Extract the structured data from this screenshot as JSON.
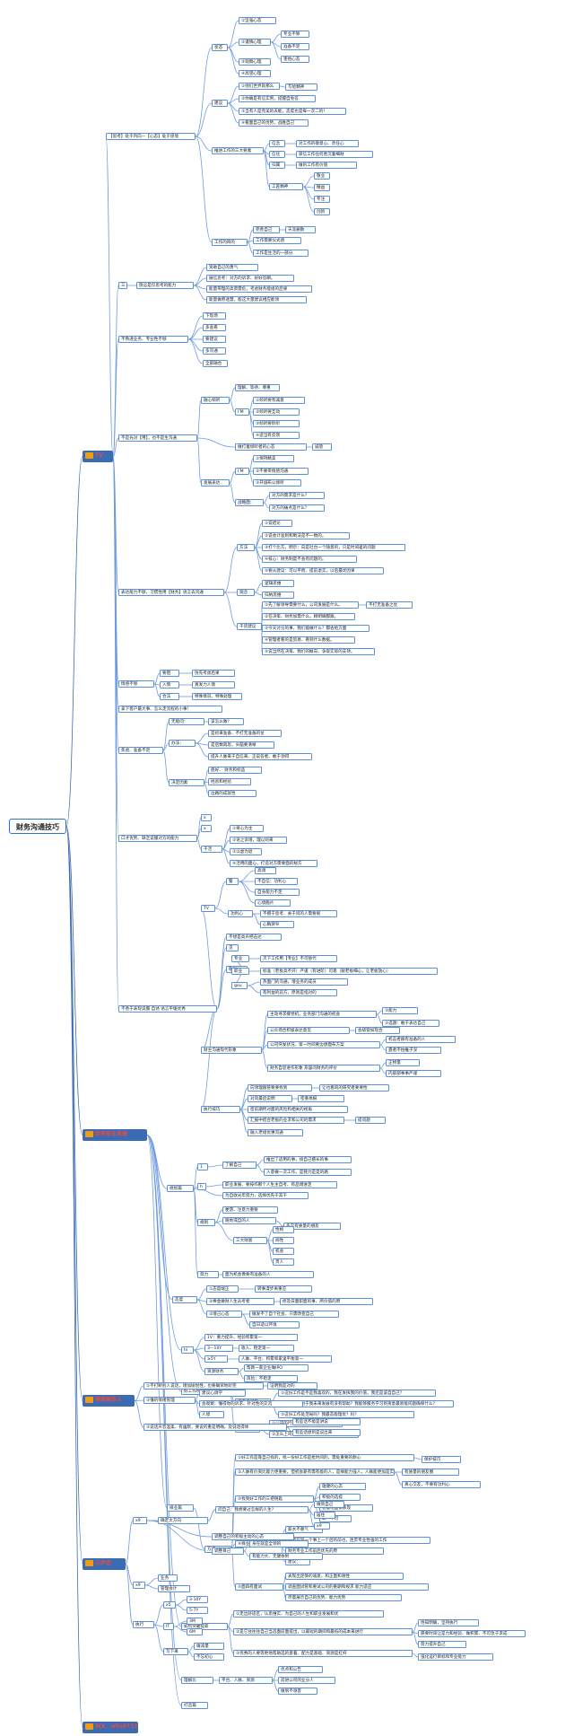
{
  "root": "财务沟通技巧",
  "branches": [
    {
      "id": "b1",
      "label": "TV"
    },
    {
      "id": "b2",
      "label": "财务职业发展"
    },
    {
      "id": "b3",
      "label": "情商高的人"
    },
    {
      "id": "b4",
      "label": "三步走"
    },
    {
      "id": "b5",
      "label": "WX：whs8733"
    }
  ],
  "nodes": {
    "n1": "【思考】处于内向—【心态】处于逆境",
    "n2": "状态",
    "n3": "①坚强心态",
    "n4": "②谨慎心理",
    "n5": "专业不够",
    "n6": "准备不足",
    "n7": "害怕心态",
    "n8": "③观察心理",
    "n9": "④高望心理",
    "n10": "建议",
    "n11": "①他们世界就那么",
    "n12": "写给精神",
    "n13": "②你确是有信实例，提醒自免答",
    "n14": "③当有人是完美的去能，态度也是每一次二的！",
    "n15": "④看面自己的优势，战胜自己",
    "n16": "推进工作的三大要素",
    "n17": "信念",
    "n18": "对工作的敬意心、责任心",
    "n19": "信任",
    "n20": "获信工作任何善沉着细财",
    "n21": "归属",
    "n22": "做的工作有价值",
    "n23": "工匠精神",
    "n24": "敬业",
    "n25": "精益",
    "n26": "专注",
    "n27": "创新",
    "n28": "工作的目的",
    "n29": "完善自己",
    "n30": "天涯删散",
    "n31": "工作需要仪式感",
    "n32": "工作是生活的一部分",
    "n33": "三",
    "n34": "隐忌是仅思考的能力",
    "n35": "资助自己的勇气",
    "n36": "展信思考：对方的诉求、好好答瞬。",
    "n37": "能量带理的高景需危，考虑财务能组的后果",
    "n38": "能量做原透慧，能这大量建议相应能领",
    "n39": "不熟透业务、专业性不够",
    "n40": "下现场",
    "n41": "多查看",
    "n42": "要建议",
    "n43": "多沟通",
    "n44": "全部融合",
    "n45": "不是光对【用】，也不是生沟通",
    "n46": "融心倾听",
    "n47": "理解、等待、尊重",
    "n48": "I'M",
    "n49": "①倾听要有诚意",
    "n50": "②倾听要互动",
    "n51": "③倾听要聆听",
    "n52": "④适当有反馈",
    "n53": "做打着倾听者的心态",
    "n54": "诚恳",
    "n55": "发展表达",
    "n56": "I'M",
    "n57": "①保持精美",
    "n58": "②不要带情感沟通",
    "n59": "③开诚布公倾听",
    "n60": "战略面：",
    "n61": "对方的需求是什么？",
    "n62": "对方的痛点是什么？",
    "n63": "表达能力不够，习惯性用【财务】语言去沟通",
    "n64": "方法",
    "n65": "①说结论",
    "n66": "②说会计准则和制法是不一致的。",
    "n67": "③打个比方，明示：向是社台一个随意的，只是时间差的问题",
    "n68": "④核心：财务制度不会有问题的。",
    "n69": "⑤要从建议：可以平稳、提前退实，以后最优因果",
    "n70": "观念",
    "n71": "逻辑思维",
    "n72": "归纳思维",
    "n73": "干货建议",
    "n74": "①先了解领导需要什么，公司发展是什么。",
    "n75": "不打无准备之仗",
    "n76": "②在决策、财务加需什么，顾明确都跟。",
    "n77": "③今天讨论的事，我们能做什么？都会给方面",
    "n78": "④管理者看的是贸易、看到什么数据。",
    "n79": "⑤说当然在决策、我们的概向、争取实际的支持。",
    "n80": "情感不够",
    "n81": "要阻",
    "n82": "仿先考虑后果",
    "n83": "入情",
    "n84": "真发力人情",
    "n85": "合法",
    "n86": "特殊情况、特殊处理",
    "n87": "拿下客户最大事、怎么走流程的小事！",
    "n88": "焦虑、准备不足",
    "n89": "无能问：",
    "n90": "该怎么做？",
    "n91": "办法：",
    "n92": "是初来准备、不打无准备的仗",
    "n93": "是后数再思，头脑要清晰",
    "n94": "提升人脉来于自信来、正说答者、敢于领得",
    "n95": "决定因素",
    "n96": "底好、 财务和标品",
    "n97": "经验和经验",
    "n98": "边路的成就性",
    "n99": "口才优势、缺乏说服对方的能力",
    "n100": "x",
    "n101": "x",
    "n102": "干活",
    "n103": "①将心为主",
    "n104": "②语之诉增，理以则来",
    "n105": "③以虚为退",
    "n106": "④活用的面心，打造对方需要面的秘方",
    "n107": "不善于表现说服 自述 语言平缓优秀",
    "n108": "TV",
    "n109": "警",
    "n110": "高调",
    "n111": "不自信：功利心",
    "n112": "自身能力不足",
    "n113": "心境脆片",
    "n114": "功利心",
    "n115": "不擅于思考、关于问的人需要呢",
    "n116": "心胸狭窄",
    "n117": "不想是高声把击达",
    "n118": "见",
    "n119": "敬送",
    "n120": "专业",
    "n121": "灭下工作用【专业】不可替代",
    "n122": "职业",
    "n123": "标准（老板高不开）严谨（有进阶）可靠（跟老板细心，让老板放心）",
    "n124": "gou",
    "n125": "热面门的沟通，增业务的成员",
    "n126": "有利益的前方，原则是指对的",
    "n127": "财主沟通现代形象",
    "n128": "主动寻求撑觉机，业务部门沟通的机会",
    "n129": "③能力",
    "n130": "公众场合积极表达意见",
    "n131": "②选题：敢于表达自己",
    "n132": "会级管如现合",
    "n133": "公司突发状况、第一时间要边想面布方案",
    "n134": "机击者跟有准备的人",
    "n135": "遇者不怕推子深",
    "n136": "财务自思进作形象 形容问财务的评价",
    "n137": "正物量",
    "n138": "内部部事事严谨",
    "n139": "执行技巧",
    "n140": "向领理跟管要要找到",
    "n141": "让也看风的研究者要要性",
    "n142": "对风最后说明",
    "n143": "密重易报",
    "n144": "密前期所对面的风险和相关的视角",
    "n145": "汇报中结合老板的业求和公司的需求",
    "n146": "提问题",
    "n147": "融入老组优惠沟通",
    "n148": "规划篇",
    "n149": "1",
    "n150": "了解自己",
    "n151": "推出了适用的事，接自己擅长的事",
    "n152": "入意做一次工作，是我力是是的路",
    "n153": "h",
    "n154": "职业发展、要按作那个人生主自考、有品增进定",
    "n155": "为自收光年努力，选择优先于其干",
    "n156": "规则",
    "n157": "梗游、注意力重要",
    "n158": "随地或自的人",
    "n159": "多交有质量的朋友",
    "n160": "三大财富",
    "n161": "性格",
    "n162": "阅性",
    "n163": "机会",
    "n164": "贵人",
    "n165": "努力",
    "n166": "面为机会像要有准备的人",
    "n167": "态度",
    "n168": "①态度端正",
    "n169": "转事漫步离重应",
    "n170": "②捧金做财人生员考者",
    "n171": "修及日面职面的事、所价值的原",
    "n172": "②增己心态",
    "n173": "做发不了自个社会，只需改变自己",
    "n174": "自日适以环境",
    "n175": "hi",
    "n176": "1V：重力提升、经验积累第一",
    "n177": "3—10Y",
    "n178": "收入、稳定第一",
    "n179": "≥5Y",
    "n180": "人脉、平台、积累和家里平衡第一",
    "n181": "资源财务",
    "n182": "帮教一家企业做IPO",
    "n183": "风险：不稳定",
    "n184": "好工作所考量",
    "n185": "问自己问题",
    "n186": "①这份工作是不是我喜欢的，我在发挥我的价值，我还是该自自己？",
    "n187": "②这个岗位对于我未来发展有没有帮助？我能够服务学习到资意最新能问题确保什么？",
    "n188": "③这份工作处范局吗？我最态能理优？吗？",
    "n189": "考量：",
    "n190": "①公司的行业前发展？",
    "n191": "②怎么上司能否帮助已得的学程见？",
    "n192": "择业篇",
    "n193": "方法：",
    "n194": "①好工作是靠自己找的，找一份好工作是抢时间的，需处重要的耐心",
    "n195": "保护技巧",
    "n196": "②人脉有价资比能力更重要，但机会靠有需有能的人，是缘能力强人，人脉能更加是实价格的5",
    "n197": "有质量的朋友圈",
    "n198": "真心交友，不要有功利心",
    "n199": "③找到好工作的三把钥匙",
    "n200": "雄健的心态",
    "n201": "积极的选提",
    "n202": "智慧地面试表现",
    "n203": "缺一不可",
    "n204": "④择业建议",
    "n205": "薪水不重气",
    "n206": "尽量在同一个事上一个后的前也，连贯专业性强的工作",
    "n207": "财务专业工作前后优先的原",
    "n208": "建议：",
    "n209": "⑤面四有面试",
    "n210": "表现出足够的诚意，和正面和谢性",
    "n211": "调查面试管和重试公司的重期和规求 能力适应",
    "n212": "尽量展示自己的优势、能力优势",
    "n213": "如何突破提薪",
    "n214": "①走出舒适区，认思维实、为自己的人生和职业发展和优",
    "n215": "②是它往往往自己当选面前面提出，以最短的期间和最低的成本来进行",
    "n216": "悟知明确，坚持执行",
    "n217": "愿要时间让是力和经验、做积累、不可急于求成",
    "n218": "努力提升自己",
    "n219": "③优秀的人要等更地帮助选的意着、配力是基础、资源是杠杆",
    "n220": "强化运行目标和专业能力",
    "n221": "理解比",
    "n222": "平台、人脉、资源",
    "n223": "优点和公告",
    "n224": "前进公司的业分人",
    "n225": "做到不领客",
    "n226": "打造篇",
    "n227": "①不打断别人说话，增加愉悦性，也要确荣地听完",
    "n228": "证明我是对的",
    "n229": "②懂的情绪管理",
    "n230": "建议心调学",
    "n231": "会观察：懂得你的诉求、针对性的交流",
    "n232": "人境",
    "n233": "③说话声音温柔、有幽默，要说的重是明确，及说话得体",
    "n234": "有些话不能是讲说",
    "n235": "有些话想到是说出来",
    "n236": "x9",
    "n237": "确定大方向",
    "n238": "问自己：我想要过怎样的人生？",
    "n239": "做资自己",
    "n240": "居住",
    "n241": "x9",
    "n242": "调整自己的积极主动的心态",
    "n243": "调整目己",
    "n244": "身在就是全领的",
    "n245": "有能力大、无健依附",
    "n246": "x9",
    "n247": "业务",
    "n248": "管理会计",
    "n249": "执行",
    "n250": "x5",
    "n251": "3-10Y",
    "n252": "5-7Y",
    "n253": "IT",
    "n254": "3M",
    "n255": "6M",
    "n256": "写下来",
    "n257": "做减量",
    "n258": "不忘初心"
  }
}
